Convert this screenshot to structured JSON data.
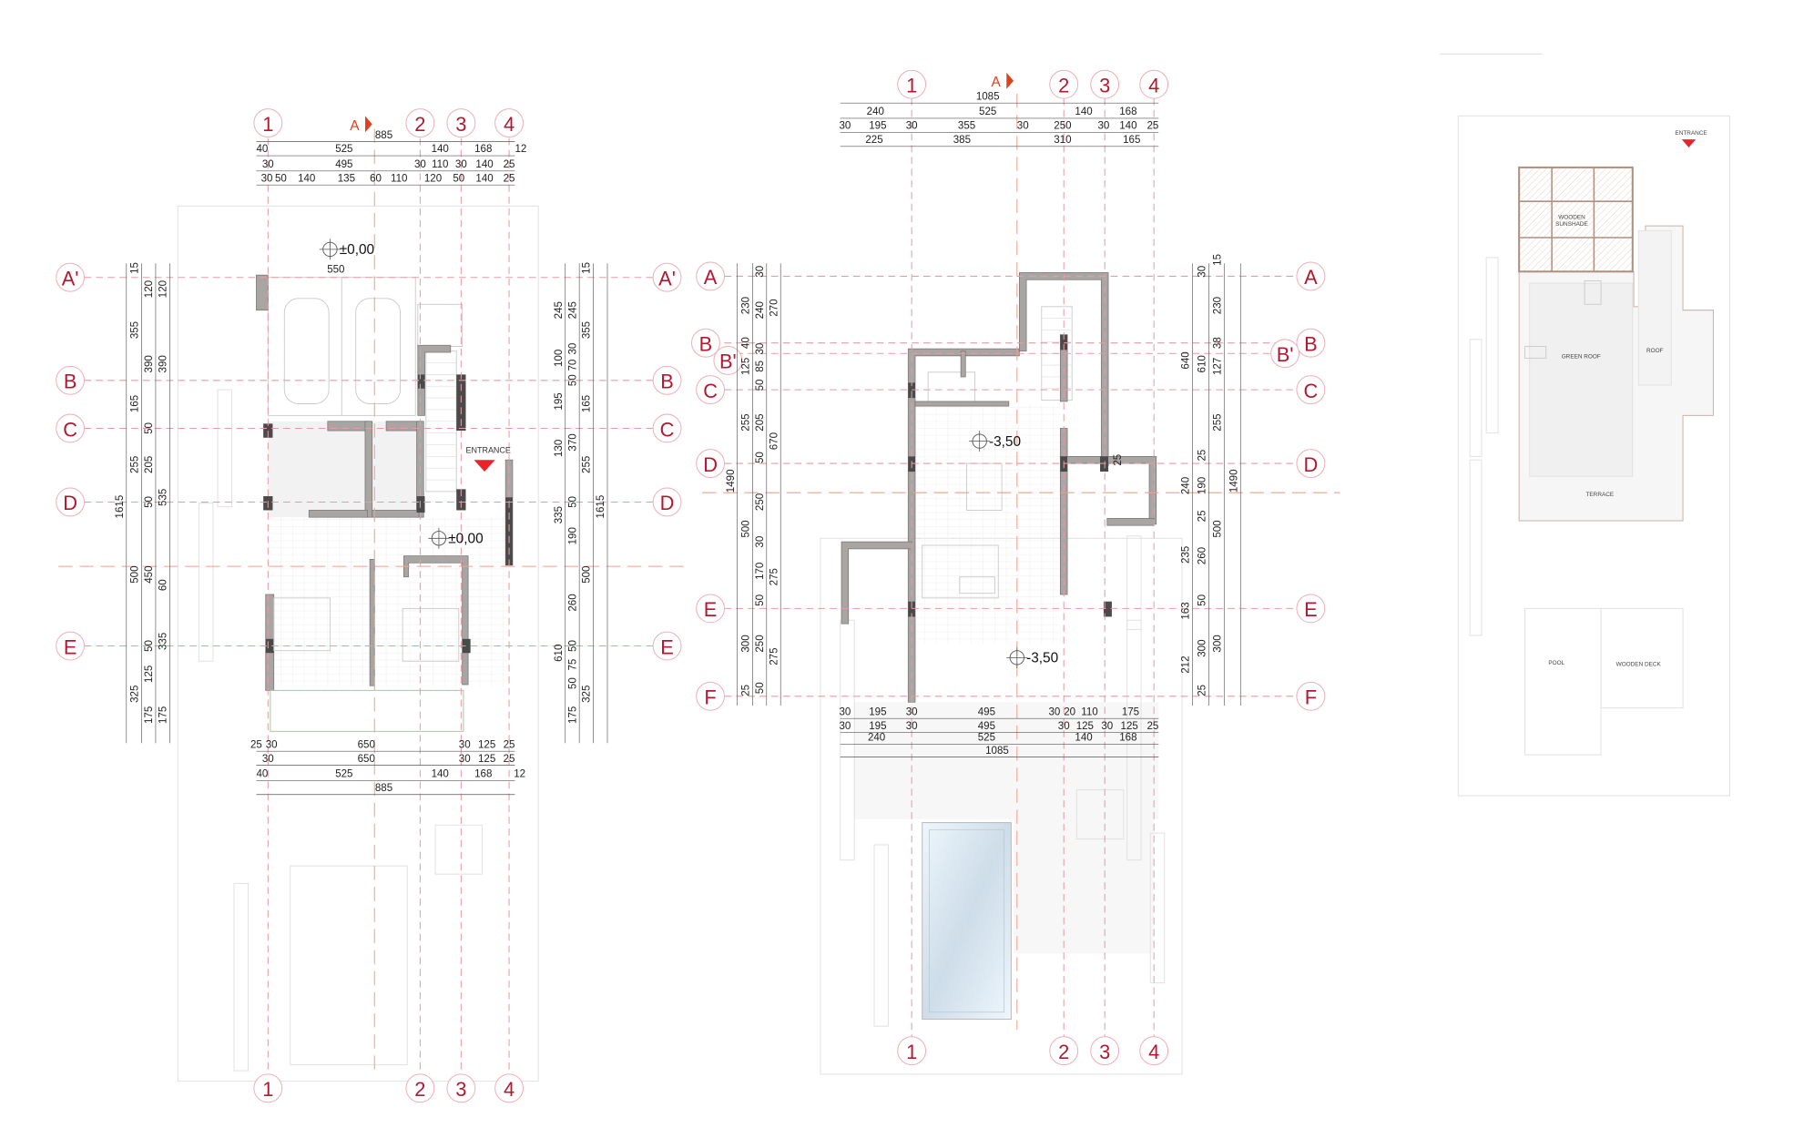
{
  "colors": {
    "grid_bubble_text": "#b3182e",
    "section_marker": "#e0401a",
    "entrance_arrow": "#e8232a",
    "wall": "#a9a5a3",
    "pool": "#d6e6f1",
    "sunshade": "#c8a898"
  },
  "plans": [
    {
      "name": "ground-floor",
      "columns": [
        "1",
        "2",
        "3",
        "4"
      ],
      "rows": [
        "A'",
        "B",
        "C",
        "D",
        "E"
      ],
      "section_mark": "A",
      "levels": [
        "±0,00",
        "±0,00"
      ],
      "entrance": "ENTRANCE",
      "extra_dim": "550",
      "dims": {
        "top": [
          [
            "885"
          ],
          [
            "40",
            "525",
            "140",
            "168",
            "12"
          ],
          [
            "30",
            "495",
            "30",
            "110",
            "30",
            "140",
            "25"
          ],
          [
            "30",
            "50",
            "140",
            "135",
            "60",
            "110",
            "120",
            "50",
            "140",
            "25"
          ]
        ],
        "bottom": [
          [
            "25",
            "30",
            "650",
            "30",
            "125",
            "25"
          ],
          [
            "30",
            "650",
            "30",
            "125",
            "25"
          ],
          [
            "40",
            "525",
            "140",
            "168",
            "12"
          ],
          [
            "885"
          ]
        ],
        "left": [
          [
            "1615"
          ],
          [
            "15",
            "355",
            "165",
            "255",
            "500",
            "325"
          ],
          [
            "120",
            "390",
            "50",
            "205",
            "50",
            "450",
            "50",
            "125",
            "175"
          ],
          [
            "120",
            "390",
            "535",
            "60",
            "335",
            "175"
          ]
        ],
        "right": [
          [
            "245",
            "100",
            "195",
            "130",
            "335",
            "610"
          ],
          [
            "245",
            "30",
            "70",
            "50",
            "370",
            "50",
            "190",
            "260",
            "50",
            "75",
            "50",
            "175"
          ],
          [
            "15",
            "355",
            "165",
            "255",
            "500",
            "325"
          ],
          [
            "1615"
          ]
        ]
      }
    },
    {
      "name": "basement-floor",
      "columns": [
        "1",
        "2",
        "3",
        "4"
      ],
      "rows": [
        "A",
        "B",
        "B'",
        "C",
        "D",
        "E",
        "F"
      ],
      "section_mark": "A",
      "levels": [
        "-3,50",
        "-3,50"
      ],
      "extra_dim": "25",
      "dims": {
        "top": [
          [
            "1085"
          ],
          [
            "240",
            "525",
            "140",
            "168"
          ],
          [
            "30",
            "195",
            "30",
            "355",
            "30",
            "250",
            "30",
            "140",
            "25"
          ],
          [
            "225",
            "385",
            "310",
            "165"
          ]
        ],
        "bottom": [
          [
            "30",
            "195",
            "30",
            "495",
            "30",
            "20",
            "110",
            "175"
          ],
          [
            "30",
            "195",
            "30",
            "495",
            "30",
            "125",
            "30",
            "125",
            "25"
          ],
          [
            "240",
            "525",
            "140",
            "168"
          ],
          [
            "1085"
          ]
        ],
        "left": [
          [
            "1490"
          ],
          [
            "230",
            "40",
            "125",
            "255",
            "500",
            "300",
            "25"
          ],
          [
            "30",
            "240",
            "30",
            "85",
            "50",
            "205",
            "50",
            "250",
            "30",
            "170",
            "50",
            "250",
            "50"
          ],
          [
            "270",
            "670",
            "275",
            "275"
          ]
        ],
        "right": [
          [
            "640",
            "240",
            "235",
            "163",
            "212"
          ],
          [
            "30",
            "610",
            "25",
            "190",
            "25",
            "260",
            "50",
            "300",
            "25"
          ],
          [
            "15",
            "230",
            "38",
            "127",
            "255",
            "500",
            "300"
          ],
          [
            "1490"
          ]
        ]
      }
    }
  ],
  "roof_plan": {
    "entrance": "ENTRANCE",
    "sunshade": [
      "WOODEN",
      "SUNSHADE"
    ],
    "green_roof": "GREEN ROOF",
    "roof": "ROOF",
    "terrace": "TERRACE",
    "pool": "POOL",
    "wooden_deck": "WOODEN DECK"
  }
}
